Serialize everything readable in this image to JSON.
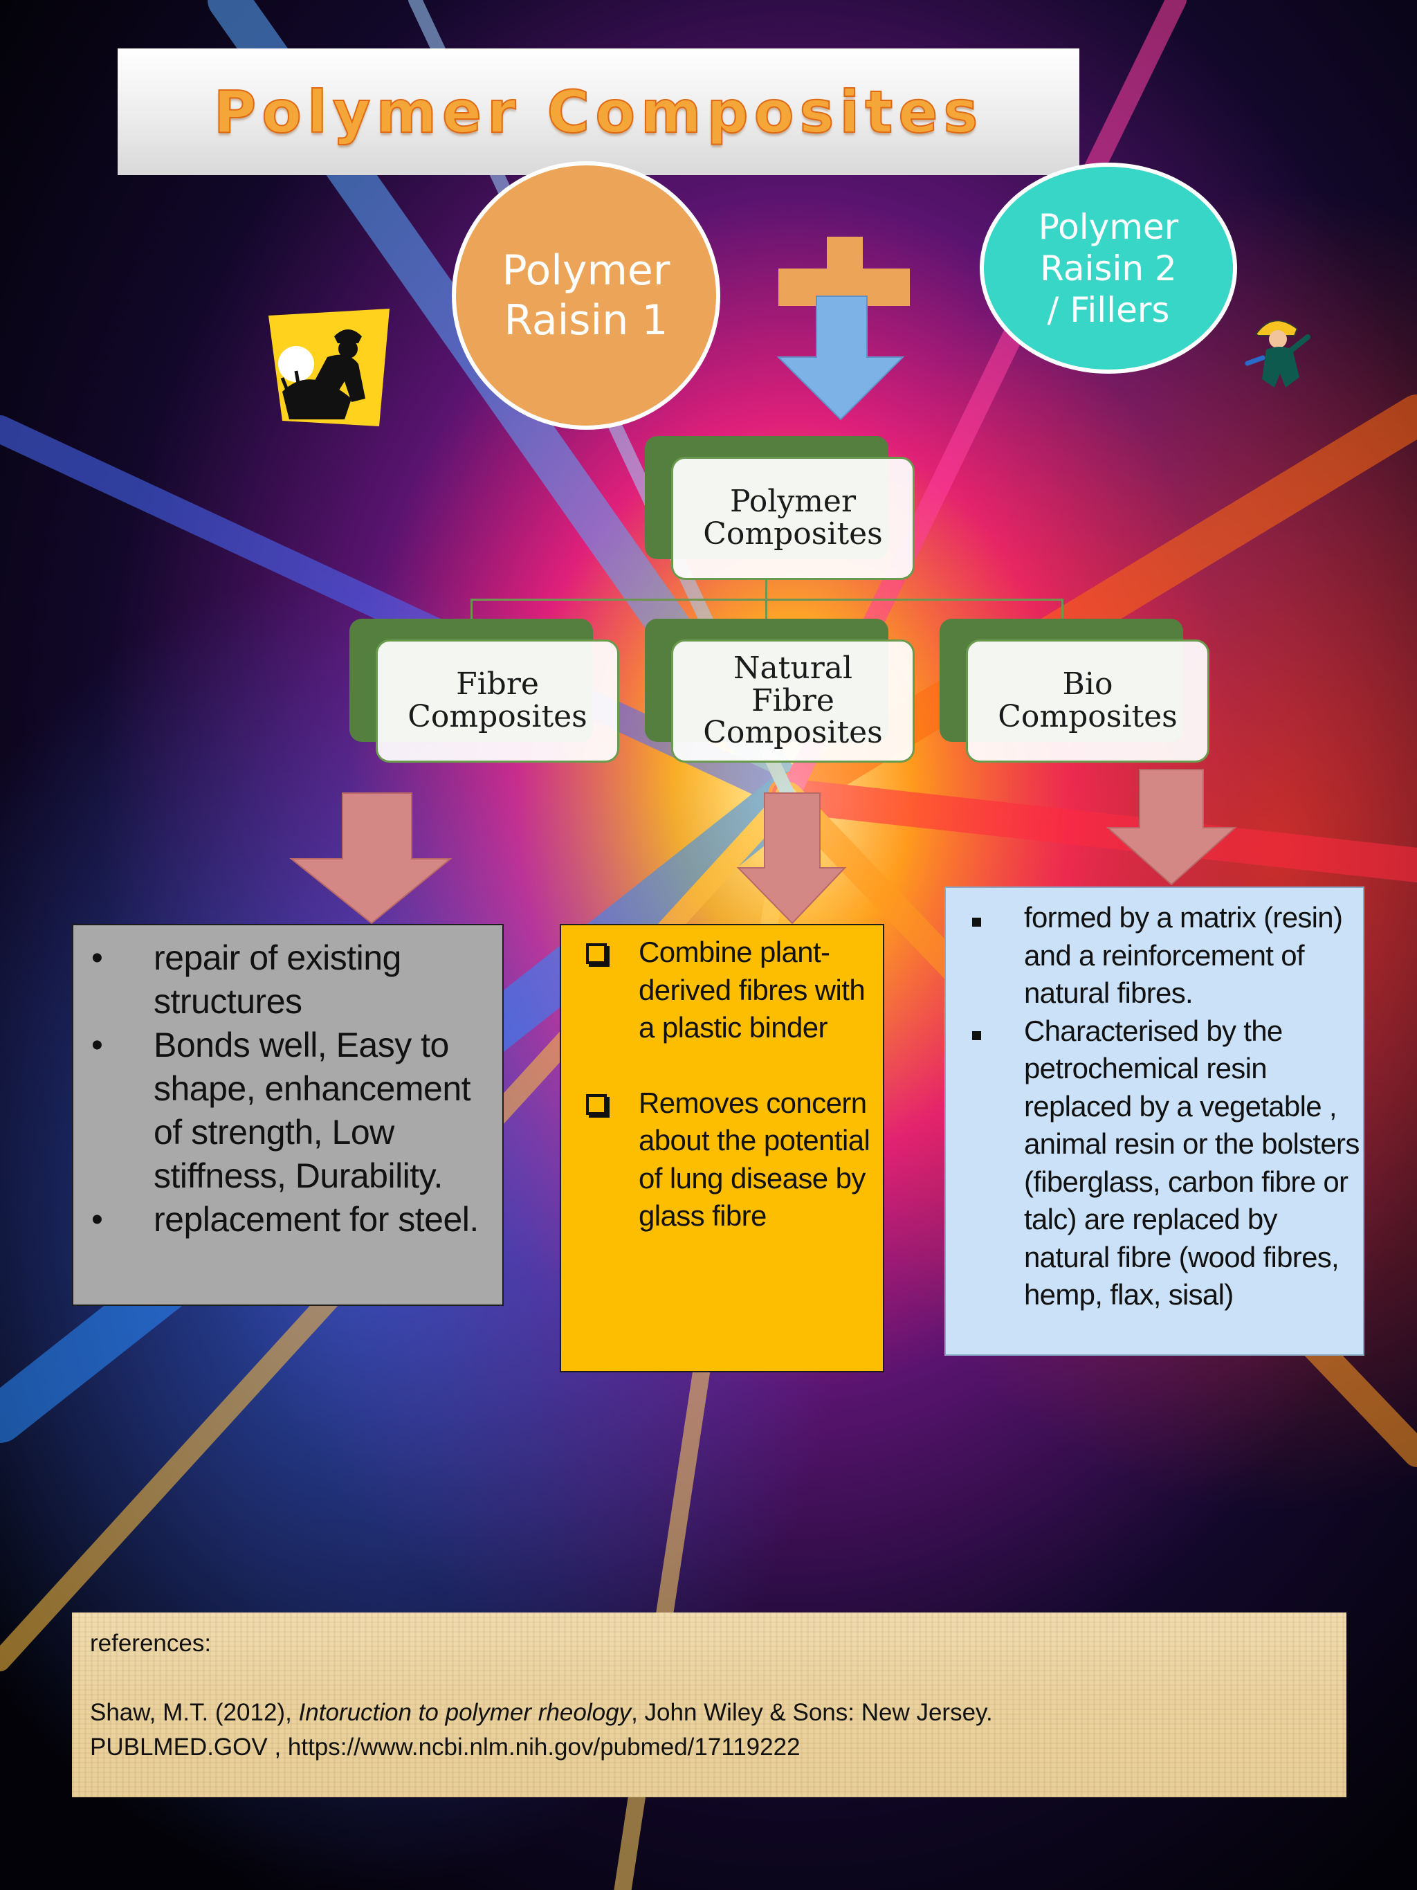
{
  "title": "Polymer Composites",
  "circles": {
    "resin1": "Polymer\nRaisin 1",
    "resin2": "Polymer\nRaisin 2\n/ Fillers"
  },
  "hierarchy": {
    "root": "Polymer\nComposites",
    "children": [
      {
        "label": "Fibre\nComposites"
      },
      {
        "label": "Natural\nFibre\nComposites"
      },
      {
        "label": "Bio\nComposites"
      }
    ]
  },
  "fibre_box": {
    "items": [
      "repair of existing structures",
      "Bonds well, Easy to shape, enhancement of strength, Low stiffness, Durability.",
      "replacement for steel."
    ]
  },
  "natural_box": {
    "items": [
      "Combine plant-derived fibres with a plastic binder",
      "Removes concern about the potential of lung disease by glass fibre"
    ]
  },
  "bio_box": {
    "items": [
      "formed by a matrix (resin) and a reinforcement of natural fibres.",
      "Characterised by the petrochemical resin replaced by a vegetable , animal resin or the bolsters (fiberglass, carbon fibre or talc) are replaced by natural fibre (wood fibres, hemp, flax, sisal)"
    ]
  },
  "references": {
    "heading": "references:",
    "ref1_authors": "Shaw, M.T. (2012), ",
    "ref1_title": "Intoruction to polymer rheology",
    "ref1_publisher": ", John Wiley & Sons: New Jersey.",
    "ref2": "PUBLMED.GOV  , https://www.ncbi.nlm.nih.gov/pubmed/17119222"
  },
  "colors": {
    "title_orange": "#f5a638",
    "resin1": "#eca558",
    "resin2": "#37d6c6",
    "node_green": "#557f3f",
    "down_arrow_blue": "#7db2e6",
    "plus_orange": "#eca558",
    "down_arrow_pink": "#d48886",
    "fibre_box": "#a9a9a9",
    "natural_box": "#fdbd00",
    "bio_box": "#cae1f7"
  },
  "icons": [
    "farmer-clipart-icon",
    "engineer-clipart-icon"
  ]
}
